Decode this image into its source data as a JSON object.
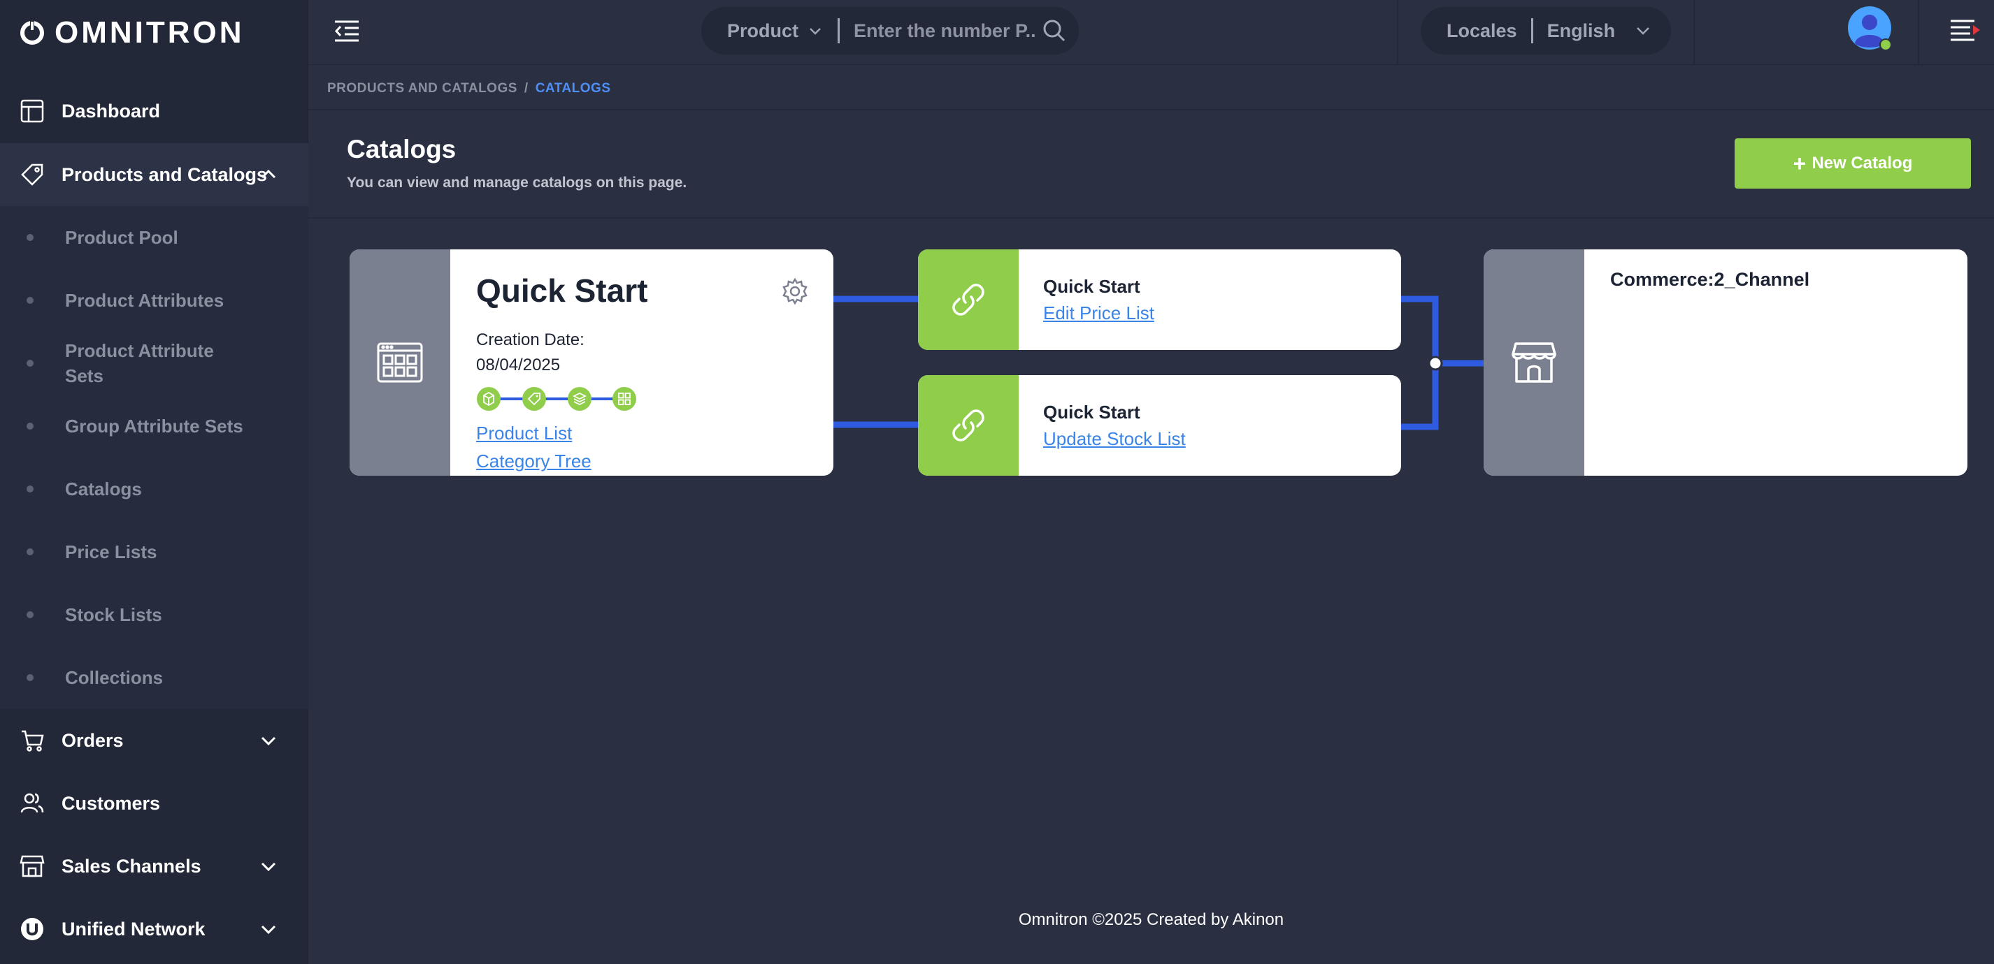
{
  "brand": {
    "name": "OMNITRON"
  },
  "sidebar": {
    "items": [
      {
        "label": "Dashboard",
        "icon": "dashboard-icon"
      },
      {
        "label": "Products and Catalogs",
        "icon": "tag-icon",
        "expanded": true
      },
      {
        "label": "Orders",
        "icon": "cart-icon"
      },
      {
        "label": "Customers",
        "icon": "users-icon"
      },
      {
        "label": "Sales Channels",
        "icon": "store-icon"
      },
      {
        "label": "Unified Network",
        "icon": "unified-network-icon"
      }
    ],
    "subitems": [
      {
        "label": "Product Pool"
      },
      {
        "label": "Product Attributes"
      },
      {
        "label": "Product Attribute Sets"
      },
      {
        "label": "Group Attribute Sets"
      },
      {
        "label": "Catalogs"
      },
      {
        "label": "Price Lists"
      },
      {
        "label": "Stock Lists"
      },
      {
        "label": "Collections"
      }
    ]
  },
  "topbar": {
    "search_type": "Product",
    "search_placeholder": "Enter the number P...",
    "locales_label": "Locales",
    "locale_value": "English"
  },
  "breadcrumb": {
    "parent": "PRODUCTS AND CATALOGS",
    "separator": "/",
    "current": "CATALOGS"
  },
  "header": {
    "title": "Catalogs",
    "subtitle": "You can view and manage catalogs on this page.",
    "new_button": "New Catalog"
  },
  "catalog": {
    "name": "Quick Start",
    "creation_label": "Creation Date:",
    "creation_date": "08/04/2025",
    "links": [
      "Product List",
      "Category Tree"
    ],
    "step_icons": [
      "box-icon",
      "tag-icon",
      "layers-icon",
      "grid-icon"
    ]
  },
  "lists": [
    {
      "title": "Quick Start",
      "link": "Edit Price List"
    },
    {
      "title": "Quick Start",
      "link": "Update Stock List"
    }
  ],
  "channel": {
    "name": "Commerce:2_Channel"
  },
  "footer": {
    "text": "Omnitron ©2025 Created by Akinon"
  },
  "colors": {
    "accent_green": "#8fcd4a",
    "connector_blue": "#2f5be0",
    "link_blue": "#3a84e8",
    "background": "#2a3042"
  }
}
